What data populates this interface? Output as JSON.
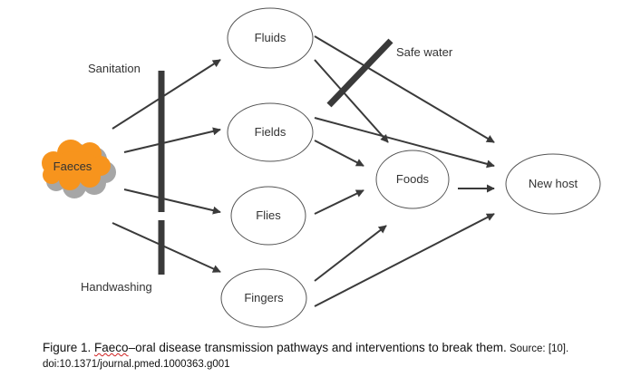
{
  "diagram": {
    "nodes": {
      "faeces": "Faeces",
      "fluids": "Fluids",
      "fields": "Fields",
      "flies": "Flies",
      "fingers": "Fingers",
      "foods": "Foods",
      "new_host": "New host"
    },
    "interventions": {
      "sanitation": "Sanitation",
      "handwashing": "Handwashing",
      "safe_water": "Safe water"
    },
    "colors": {
      "faeces_fill": "#f7941d",
      "faeces_shadow": "#a6a6a6",
      "arrow": "#3a3a3a",
      "barrier": "#3a3a3a",
      "node_stroke": "#555555"
    }
  },
  "caption": {
    "prefix": "Figure 1. ",
    "misspelled_word": "Faeco",
    "main": "–oral disease transmission pathways and interventions to break them.",
    "source": " Source: [10].",
    "doi": "doi:10.1371/journal.pmed.1000363.g001"
  }
}
